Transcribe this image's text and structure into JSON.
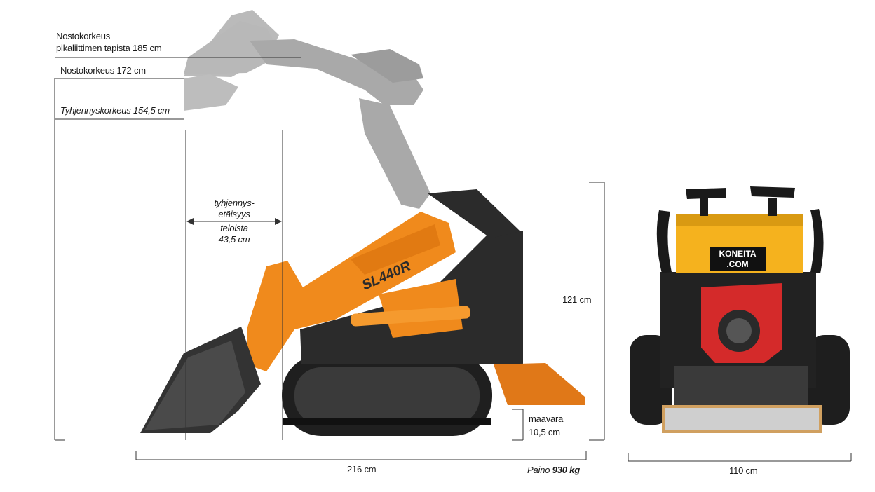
{
  "labels": {
    "lift_height_pin_line1": "Nostokorkeus",
    "lift_height_pin_line2": "pikaliittimen tapista 185 cm",
    "lift_height": "Nostokorkeus 172 cm",
    "dump_height": "Tyhjennyskorkeus 154,5 cm",
    "dump_reach_line1": "tyhjennys-",
    "dump_reach_line2": "etäisyys",
    "dump_reach_line3": "teloista",
    "dump_reach_line4": "43,5 cm",
    "height": "121 cm",
    "ground_clearance_line1": "maavara",
    "ground_clearance_line2": "10,5 cm",
    "length": "216 cm",
    "weight_prefix": "Paino ",
    "weight_value": "930",
    "weight_unit": " kg",
    "width": "110 cm"
  },
  "machine": {
    "model": "SL440R",
    "brand_badge_line1": "KONEITA",
    "brand_badge_line2": ".COM"
  },
  "colors": {
    "machine_orange": "#f08a1c",
    "machine_dark": "#2b2b2b",
    "ghost_gray": "#a9a9a9",
    "engine_red": "#d42a2a",
    "front_yellow": "#f5b21e",
    "dimension_line": "#333333"
  }
}
